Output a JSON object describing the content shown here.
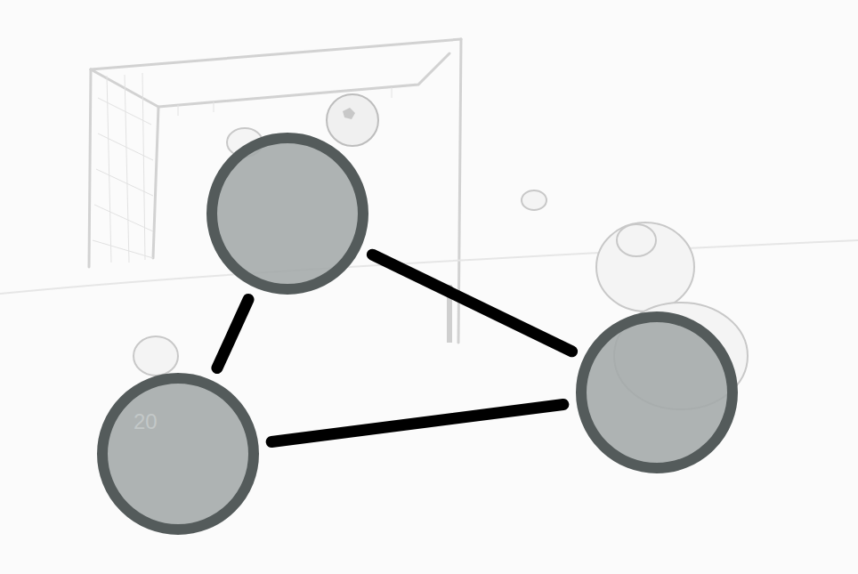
{
  "diagram": {
    "nodes": [
      {
        "text": []
      },
      {
        "text": []
      },
      {
        "text": [
          "20"
        ]
      }
    ],
    "edges": [
      {
        "from": 0,
        "to": 1,
        "arrow": "none"
      },
      {
        "from": 0,
        "to": 2,
        "arrow": "none"
      },
      {
        "from": 2,
        "to": 1,
        "arrow": "none"
      }
    ]
  }
}
